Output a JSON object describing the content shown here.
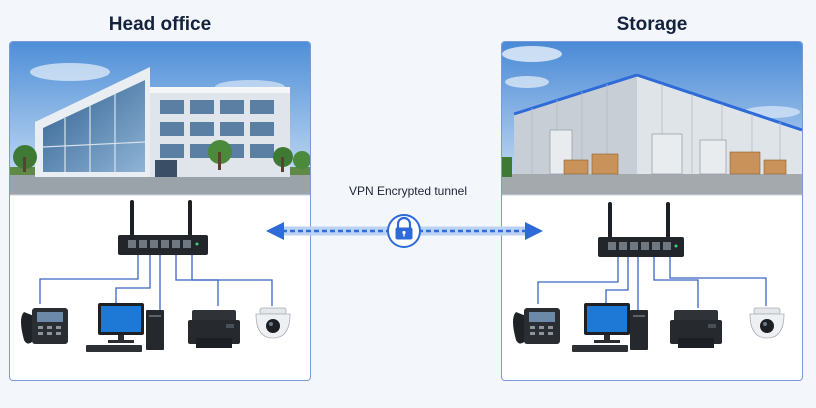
{
  "sites": [
    {
      "id": "head-office",
      "title": "Head office",
      "building": "office"
    },
    {
      "id": "storage",
      "title": "Storage",
      "building": "warehouse"
    }
  ],
  "tunnel": {
    "label": "VPN Encrypted tunnel",
    "icon": "lock-icon"
  },
  "devices": [
    "ip-phone-icon",
    "desktop-computer-icon",
    "printer-icon",
    "security-camera-icon"
  ],
  "colors": {
    "panel_border": "#7b9ad6",
    "tunnel": "#2f6ad9",
    "link": "#3a63c7",
    "router": "#22262b"
  }
}
